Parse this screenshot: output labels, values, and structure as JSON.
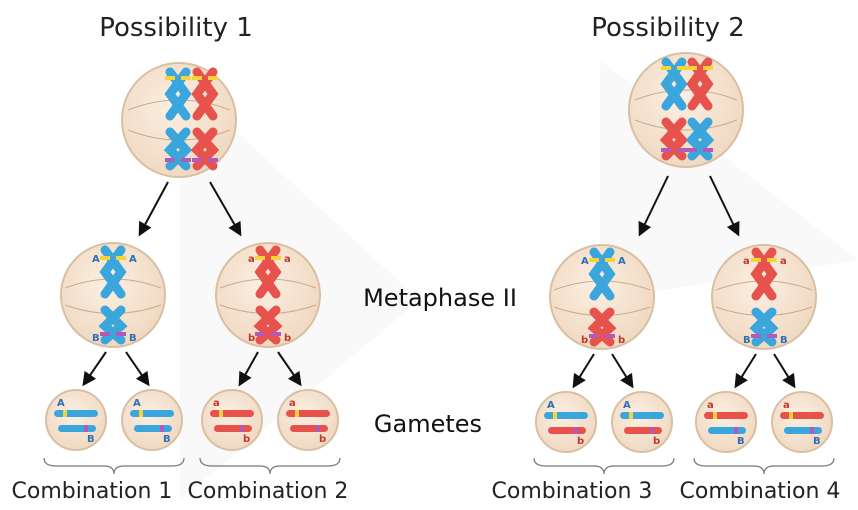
{
  "titles": {
    "left": "Possibility 1",
    "right": "Possibility 2"
  },
  "stage_labels": {
    "metaphase": "Metaphase II",
    "gametes": "Gametes"
  },
  "combinations": [
    "Combination 1",
    "Combination 2",
    "Combination 3",
    "Combination 4"
  ],
  "alleles": {
    "A": "A",
    "a": "a",
    "B": "B",
    "b": "b"
  },
  "colors": {
    "blue": "#3aa6dc",
    "red": "#e8524c",
    "yellow_band": "#f6d33b",
    "purple_band": "#b05bb8",
    "cell_fill": "#f4e1cc",
    "cell_stroke": "#d9bfa3",
    "arrow": "#111111",
    "blue_text": "#2e6fb8",
    "red_text": "#c0392b"
  }
}
